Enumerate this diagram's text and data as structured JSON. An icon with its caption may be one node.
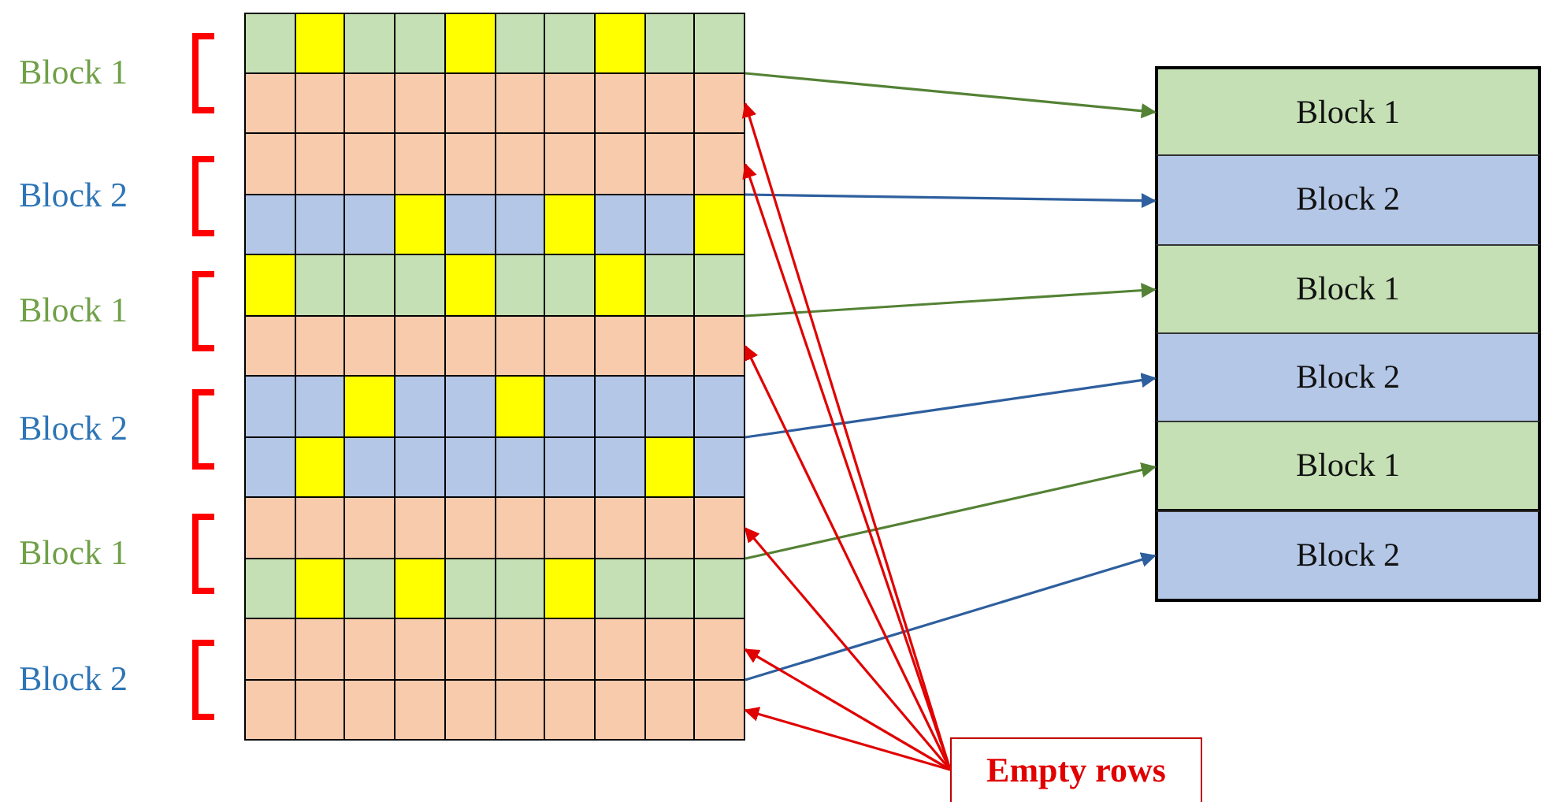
{
  "diagram": {
    "nodes": [
      {
        "text": [],
        "shape": "bar"
      },
      {
        "text": [],
        "shape": "bar"
      },
      {
        "text": [],
        "shape": "bar"
      },
      {
        "text": [],
        "shape": "bar"
      },
      {
        "text": [],
        "shape": "bar"
      },
      {
        "text": [],
        "shape": "bar"
      },
      {
        "text": [],
        "shape": "bar"
      },
      {
        "text": [],
        "shape": "bar"
      },
      {
        "text": [],
        "shape": "bar"
      },
      {
        "text": [],
        "shape": "bar"
      },
      {
        "text": [],
        "shape": "bar"
      },
      {
        "text": [],
        "shape": "bar"
      },
      {
        "text": [
          "Block 1"
        ]
      },
      {
        "text": [
          "Block 2"
        ]
      },
      {
        "text": [
          "Block 1"
        ]
      },
      {
        "text": [
          "Block 2"
        ]
      },
      {
        "text": [
          "Block 1"
        ]
      },
      {
        "text": [
          "Block 2"
        ]
      },
      {
        "text": [
          "Empty rows"
        ]
      }
    ],
    "edges": [
      {
        "from": 0,
        "to": 12,
        "arrow": "to",
        "color": "#548235"
      },
      {
        "from": 2,
        "to": 13,
        "arrow": "to",
        "color": "#2e5f9e"
      },
      {
        "from": 4,
        "to": 14,
        "arrow": "to",
        "color": "#548235"
      },
      {
        "from": 6,
        "to": 15,
        "arrow": "to",
        "color": "#2e5f9e"
      },
      {
        "from": 8,
        "to": 16,
        "arrow": "to",
        "color": "#548235"
      },
      {
        "from": 10,
        "to": 17,
        "arrow": "to",
        "color": "#2e5f9e"
      },
      {
        "from": 18,
        "to": 1,
        "arrow": "to"
      },
      {
        "from": 18,
        "to": 2,
        "arrow": "to"
      },
      {
        "from": 18,
        "to": 5,
        "arrow": "to"
      },
      {
        "from": 18,
        "to": 8,
        "arrow": "to"
      },
      {
        "from": 18,
        "to": 10,
        "arrow": "to"
      },
      {
        "from": 18,
        "to": 11,
        "arrow": "to"
      }
    ],
    "labels": [
      "Block 1",
      "Block 2",
      "Block 1",
      "Block 2",
      "Block 1",
      "Block 2"
    ]
  }
}
